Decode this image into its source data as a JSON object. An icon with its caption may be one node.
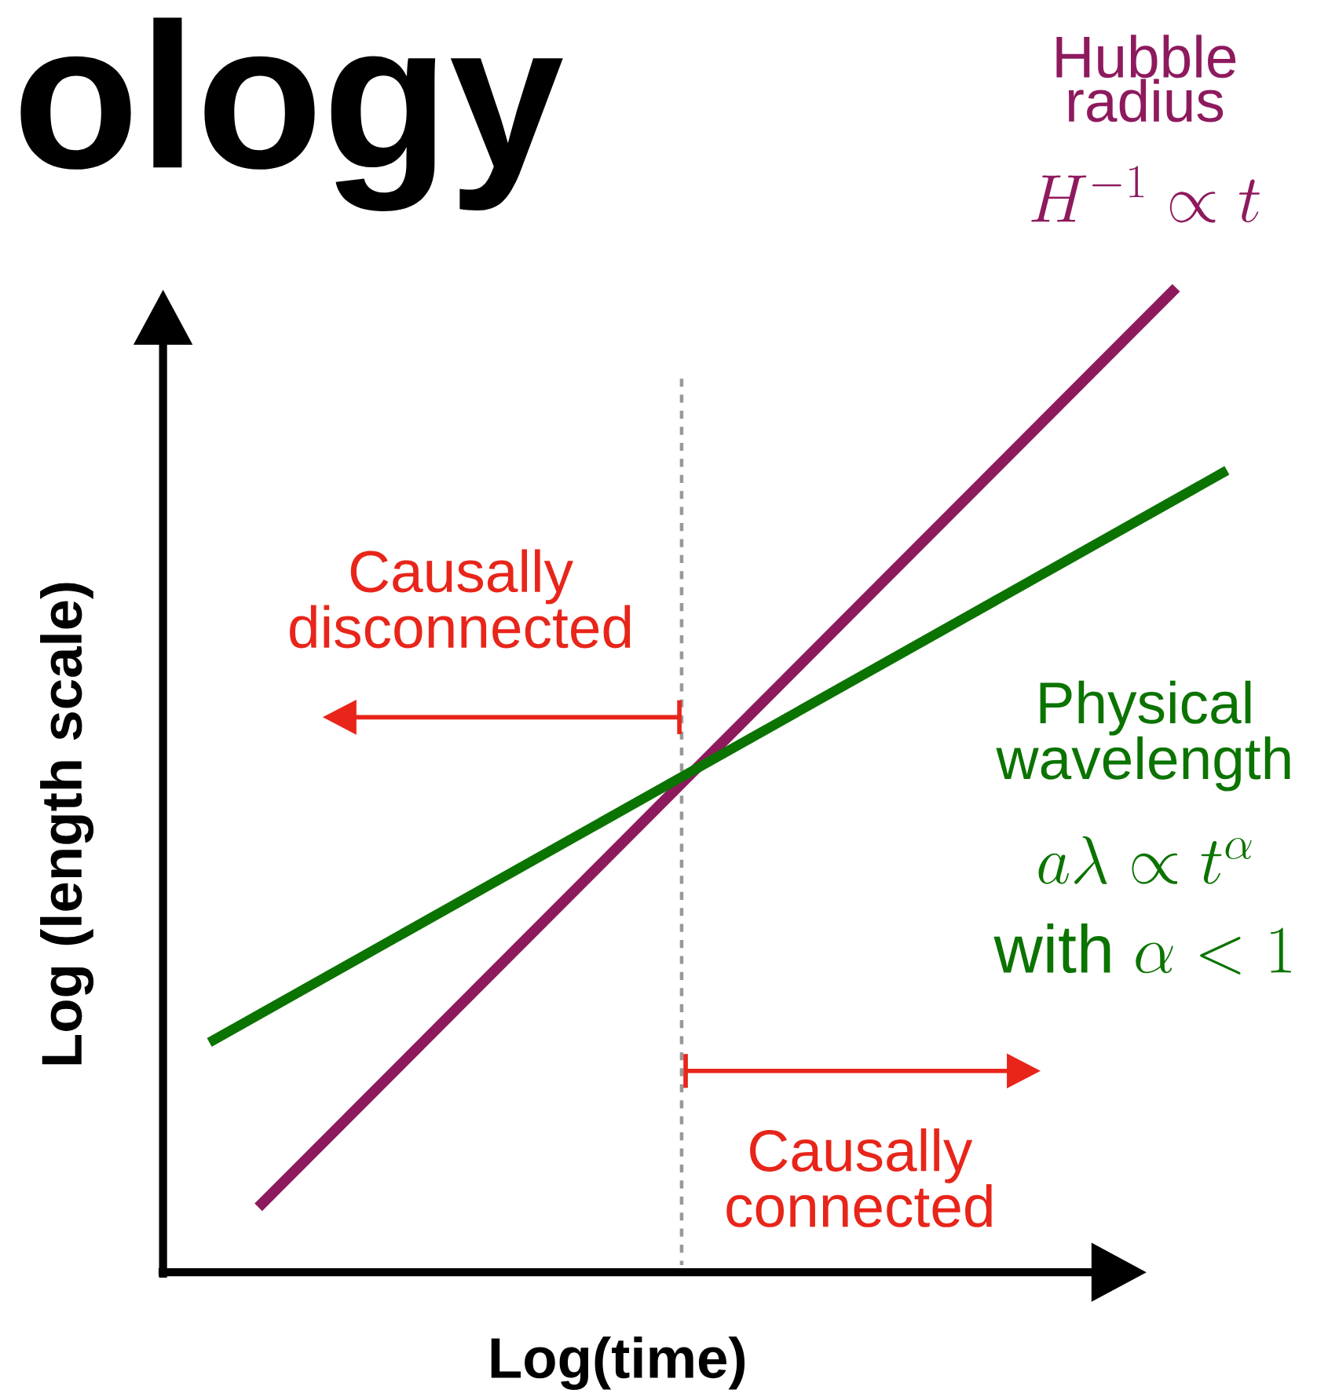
{
  "diagram": {
    "title": "ology",
    "labels": [
      "Hubble radius",
      "H^{-1} \\propto t",
      "Causally disconnected",
      "Physical wavelength",
      "a\\lambda \\propto t^{\\alpha}",
      "\\mbox{with }\\alpha < 1",
      "Causally connected",
      "Log (length scale)",
      "Log(time)"
    ]
  }
}
